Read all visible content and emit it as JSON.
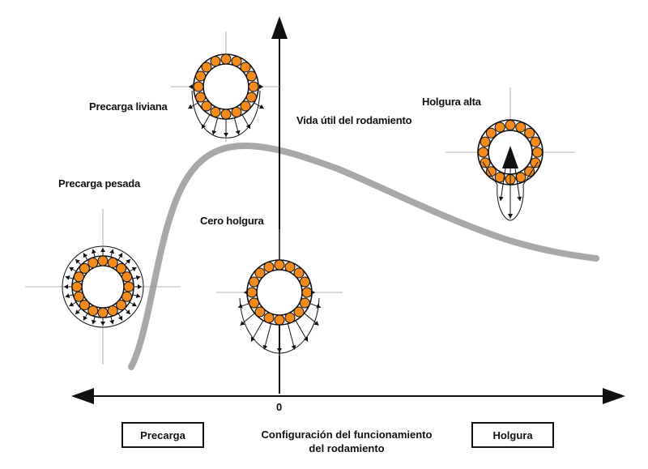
{
  "labels": {
    "light_preload": "Precarga liviana",
    "heavy_preload": "Precarga pesada",
    "zero_clearance": "Cero holgura",
    "high_clearance": "Holgura alta",
    "bearing_life": "Vida útil del rodamiento",
    "origin": "0"
  },
  "axis": {
    "caption_line1": "Configuración del funcionamiento",
    "caption_line2": "del rodamiento"
  },
  "boxes": {
    "left": "Precarga",
    "right": "Holgura"
  },
  "colors": {
    "curve": "#a8a8a8",
    "ball_fill": "#f28a1e",
    "line": "#111111",
    "crosshair": "#9a9a9a"
  }
}
